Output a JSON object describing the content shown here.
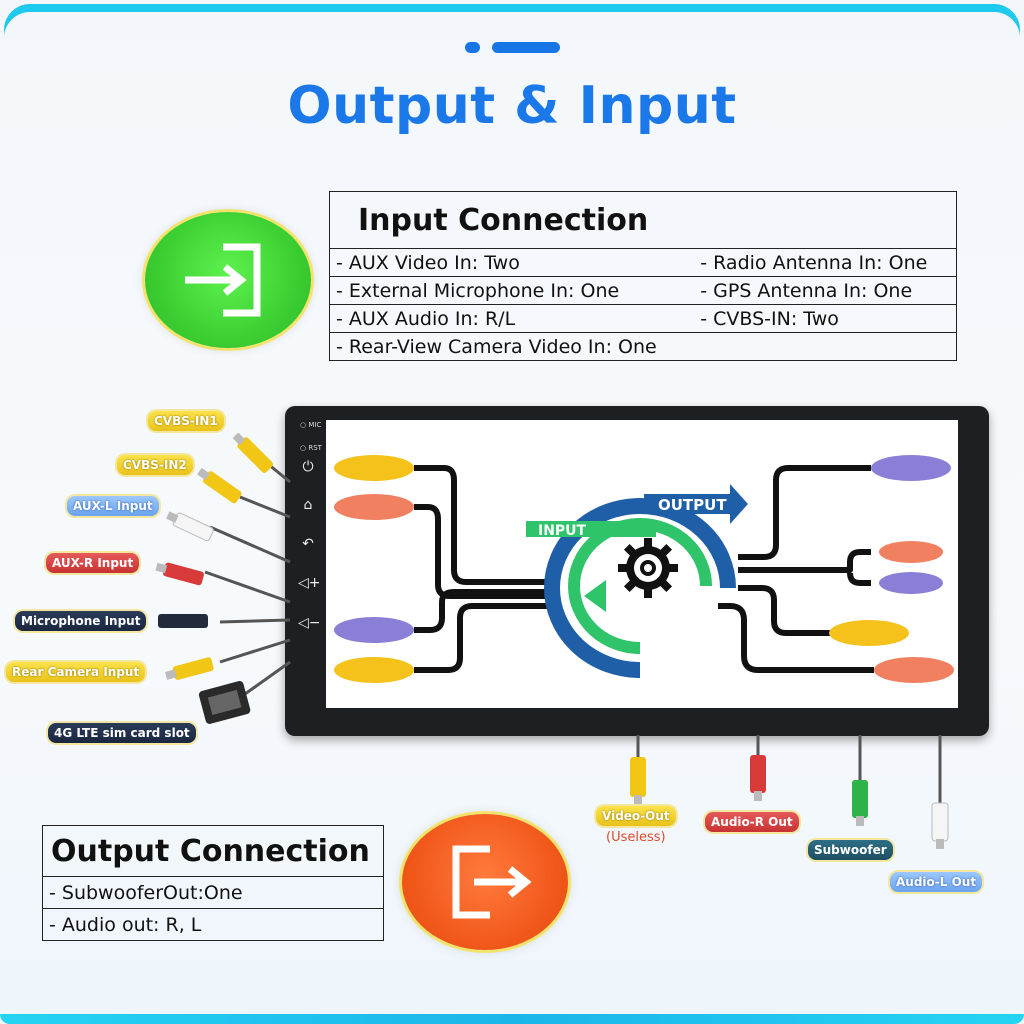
{
  "title": "Output & Input",
  "input_connection": {
    "heading": "Input Connection",
    "rows": [
      {
        "left": "- AUX Video In: Two",
        "right": "- Radio Antenna In: One"
      },
      {
        "left": "- External Microphone In: One",
        "right": "- GPS Antenna In: One"
      },
      {
        "left": "- AUX Audio In: R/L",
        "right": "- CVBS-IN: Two"
      },
      {
        "left": "- Rear-View Camera Video In: One",
        "right": ""
      }
    ]
  },
  "output_connection": {
    "heading": "Output Connection",
    "rows": [
      "- SubwooferOut:One",
      "- Audio out: R, L"
    ]
  },
  "device": {
    "mic_label": "MIC",
    "rst_label": "RST",
    "screen_output_label": "OUTPUT",
    "screen_input_label": "INPUT"
  },
  "left_ports": [
    "CVBS-IN1",
    "CVBS-IN2",
    "AUX-L Input",
    "AUX-R Input",
    "Microphone Input",
    "Rear Camera Input",
    "4G LTE sim card slot"
  ],
  "bottom_ports": {
    "video_out": "Video-Out",
    "video_out_note": "(Useless)",
    "audio_r_out": "Audio-R Out",
    "subwoofer": "Subwoofer",
    "audio_l_out": "Audio-L Out"
  },
  "icons": {
    "input": "login-arrow-icon",
    "output": "logout-arrow-icon",
    "gear": "gear-icon"
  },
  "colors": {
    "title": "#1a78e8",
    "input_circle": "#3ccf32",
    "output_circle": "#f25a1c",
    "yellow_port": "#f4c21b",
    "salmon_port": "#f08060",
    "purple_port": "#8a7fd6",
    "ring_blue": "#1f5fa8",
    "ring_green": "#2fc46a"
  }
}
